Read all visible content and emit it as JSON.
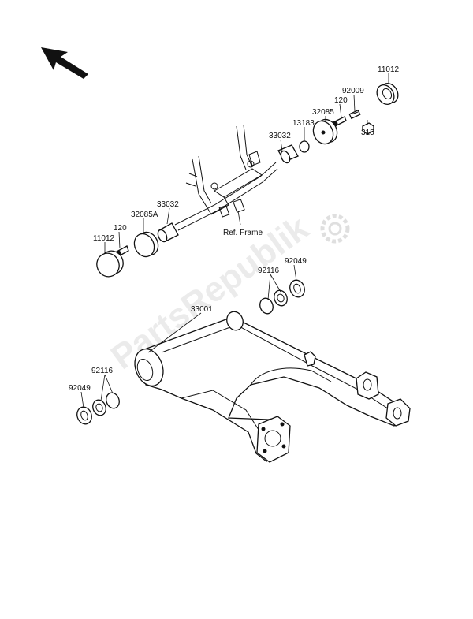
{
  "labels": {
    "p11012_top": "11012",
    "p92009": "92009",
    "p120_top": "120",
    "p32085": "32085",
    "p13183": "13183",
    "p33032_top": "33032",
    "p315": "315",
    "p33032_left": "33032",
    "p32085A": "32085A",
    "p120_left": "120",
    "p11012_left": "11012",
    "ref_frame": "Ref. Frame",
    "p92049_right": "92049",
    "p92116_right": "92116",
    "p33001": "33001",
    "p92116_left": "92116",
    "p92049_left": "92049"
  },
  "watermark": {
    "text": "PartsRepublik"
  },
  "icons": {
    "orientation_arrow": "arrow-up-left-icon",
    "watermark_logo": "gear-icon"
  }
}
